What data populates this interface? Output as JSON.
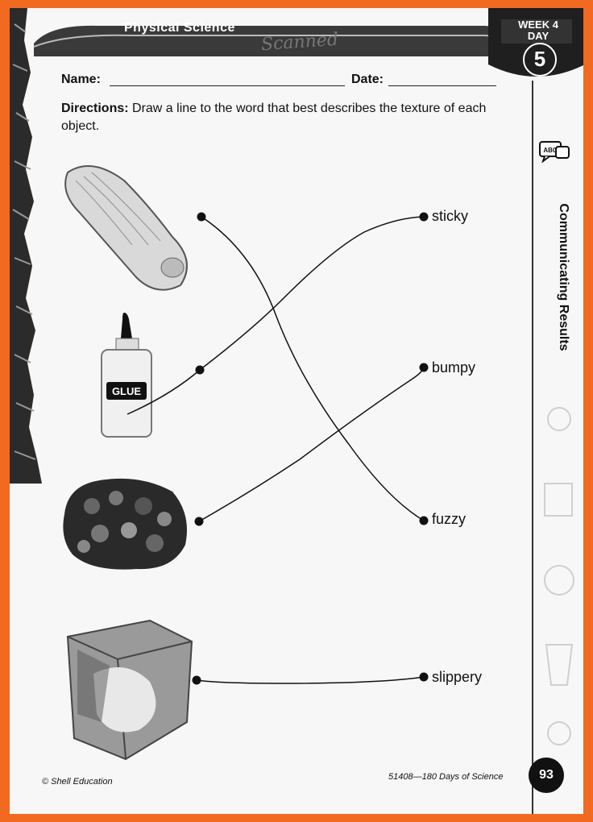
{
  "header": {
    "subject": "Physical Science",
    "handwritten_note": "Scanned",
    "week_label": "WEEK 4",
    "day_label": "DAY",
    "day_number": "5"
  },
  "form": {
    "name_label": "Name:",
    "date_label": "Date:"
  },
  "directions": {
    "lead": "Directions:",
    "text": " Draw a line to the word that best describes the texture of each object."
  },
  "side": {
    "icon_text": "ABC",
    "title": "Communicating Results"
  },
  "objects": [
    {
      "name": "sock-image"
    },
    {
      "name": "glue-bottle-image",
      "label": "GLUE"
    },
    {
      "name": "rock-image"
    },
    {
      "name": "ice-cube-image"
    }
  ],
  "words": [
    "sticky",
    "bumpy",
    "fuzzy",
    "slippery"
  ],
  "footer": {
    "left": "© Shell Education",
    "right": "51408—180 Days of Science",
    "page_number": "93"
  }
}
